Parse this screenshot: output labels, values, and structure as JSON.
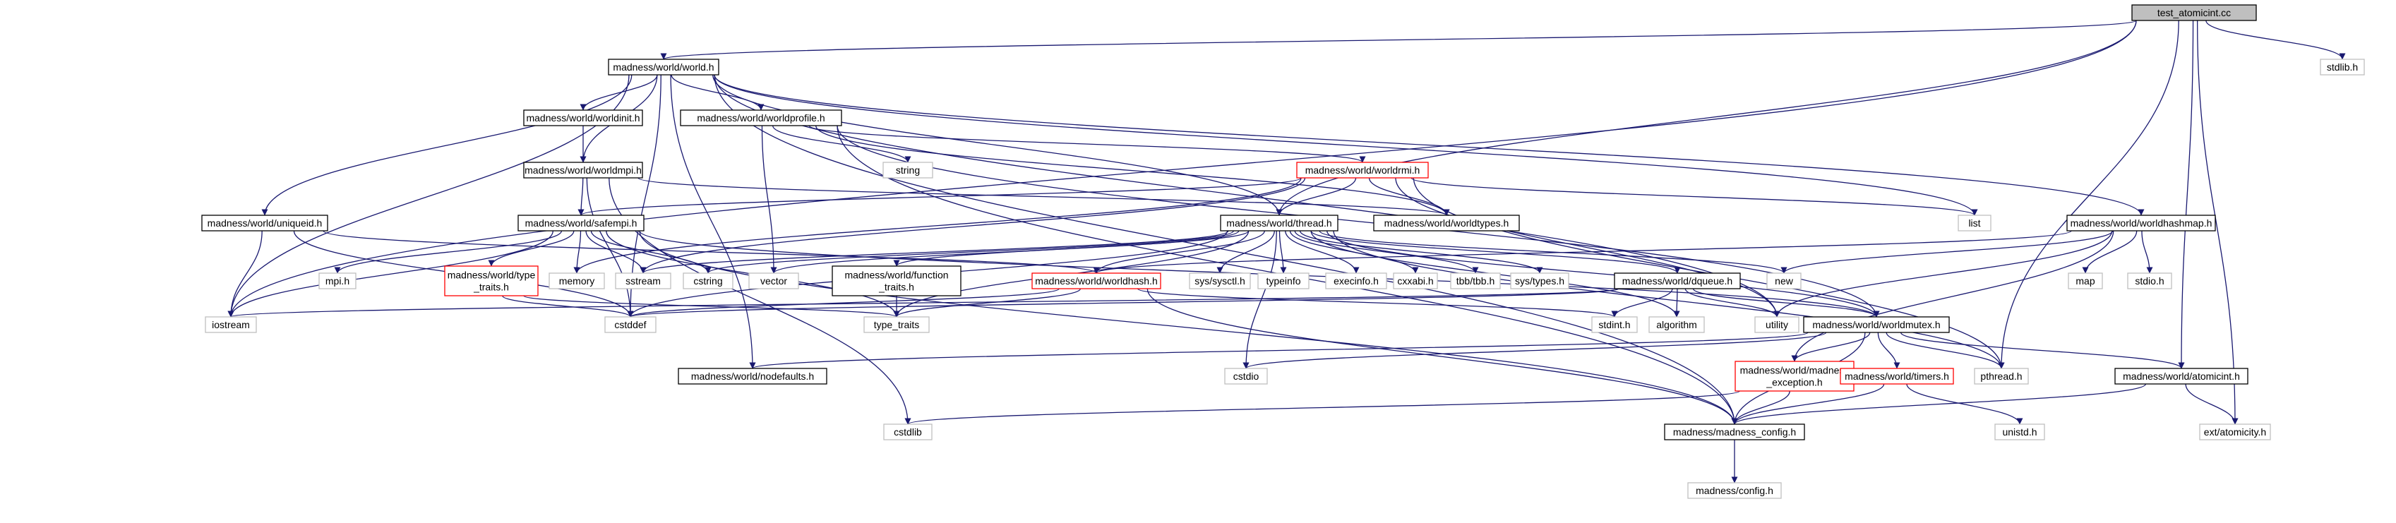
{
  "graph": {
    "edge_color": "#191970",
    "box_colors": {
      "normal": "#000000",
      "missing": "#bfbfbf",
      "truncated": "#ff0000",
      "root_fill": "#bfbfbf"
    },
    "nodes": [
      {
        "id": "root",
        "label": "test_atomicint.cc",
        "style": "root"
      },
      {
        "id": "world",
        "label": "madness/world/world.h",
        "style": "solid"
      },
      {
        "id": "stdlib",
        "label": "stdlib.h",
        "style": "missing"
      },
      {
        "id": "worldinit",
        "label": "madness/world/worldinit.h",
        "style": "solid"
      },
      {
        "id": "worldprofile",
        "label": "madness/world/worldprofile.h",
        "style": "solid"
      },
      {
        "id": "worldmpi",
        "label": "madness/world/worldmpi.h",
        "style": "solid"
      },
      {
        "id": "string",
        "label": "string",
        "style": "missing"
      },
      {
        "id": "worldrmi",
        "label": "madness/world/worldrmi.h",
        "style": "red"
      },
      {
        "id": "uniqueid",
        "label": "madness/world/uniqueid.h",
        "style": "solid"
      },
      {
        "id": "safempi",
        "label": "madness/world/safempi.h",
        "style": "solid"
      },
      {
        "id": "thread",
        "label": "madness/world/thread.h",
        "style": "solid"
      },
      {
        "id": "worldtypes",
        "label": "madness/world/worldtypes.h",
        "style": "solid"
      },
      {
        "id": "list",
        "label": "list",
        "style": "missing"
      },
      {
        "id": "worldhashmap",
        "label": "madness/world/worldhashmap.h",
        "style": "solid"
      },
      {
        "id": "mpi",
        "label": "mpi.h",
        "style": "missing"
      },
      {
        "id": "typetraitsw",
        "label": "madness/world/type\n_traits.h",
        "style": "red"
      },
      {
        "id": "memory",
        "label": "memory",
        "style": "missing"
      },
      {
        "id": "sstream",
        "label": "sstream",
        "style": "missing"
      },
      {
        "id": "cstring",
        "label": "cstring",
        "style": "missing"
      },
      {
        "id": "vector",
        "label": "vector",
        "style": "missing"
      },
      {
        "id": "functiontraits",
        "label": "madness/world/function\n_traits.h",
        "style": "solid"
      },
      {
        "id": "worldhash",
        "label": "madness/world/worldhash.h",
        "style": "red"
      },
      {
        "id": "syssysctl",
        "label": "sys/sysctl.h",
        "style": "missing"
      },
      {
        "id": "typeinfo",
        "label": "typeinfo",
        "style": "missing"
      },
      {
        "id": "execinfo",
        "label": "execinfo.h",
        "style": "missing"
      },
      {
        "id": "cxxabi",
        "label": "cxxabi.h",
        "style": "missing"
      },
      {
        "id": "tbbtbb",
        "label": "tbb/tbb.h",
        "style": "missing"
      },
      {
        "id": "systypes",
        "label": "sys/types.h",
        "style": "missing"
      },
      {
        "id": "dqueue",
        "label": "madness/world/dqueue.h",
        "style": "solid"
      },
      {
        "id": "new",
        "label": "new",
        "style": "missing"
      },
      {
        "id": "map",
        "label": "map",
        "style": "missing"
      },
      {
        "id": "stdioh",
        "label": "stdio.h",
        "style": "missing"
      },
      {
        "id": "iostream",
        "label": "iostream",
        "style": "missing"
      },
      {
        "id": "cstddef",
        "label": "cstddef",
        "style": "missing"
      },
      {
        "id": "typetraits",
        "label": "type_traits",
        "style": "missing"
      },
      {
        "id": "stdinth",
        "label": "stdint.h",
        "style": "missing"
      },
      {
        "id": "algorithm",
        "label": "algorithm",
        "style": "missing"
      },
      {
        "id": "utility",
        "label": "utility",
        "style": "missing"
      },
      {
        "id": "worldmutex",
        "label": "madness/world/worldmutex.h",
        "style": "solid"
      },
      {
        "id": "nodefaults",
        "label": "madness/world/nodefaults.h",
        "style": "solid"
      },
      {
        "id": "cstdio",
        "label": "cstdio",
        "style": "missing"
      },
      {
        "id": "madexc",
        "label": "madness/world/madness\n_exception.h",
        "style": "red"
      },
      {
        "id": "timers",
        "label": "madness/world/timers.h",
        "style": "red"
      },
      {
        "id": "pthread",
        "label": "pthread.h",
        "style": "missing"
      },
      {
        "id": "atomicint",
        "label": "madness/world/atomicint.h",
        "style": "solid"
      },
      {
        "id": "cstdlib",
        "label": "cstdlib",
        "style": "missing"
      },
      {
        "id": "unistd",
        "label": "unistd.h",
        "style": "missing"
      },
      {
        "id": "extatomicity",
        "label": "ext/atomicity.h",
        "style": "missing"
      },
      {
        "id": "madconfig",
        "label": "madness/madness_config.h",
        "style": "solid"
      },
      {
        "id": "config",
        "label": "madness/config.h",
        "style": "missing"
      }
    ],
    "edges": [
      [
        "root",
        "world"
      ],
      [
        "root",
        "stdlib"
      ],
      [
        "root",
        "iostream"
      ],
      [
        "root",
        "thread"
      ],
      [
        "root",
        "pthread"
      ],
      [
        "root",
        "atomicint"
      ],
      [
        "root",
        "extatomicity"
      ],
      [
        "world",
        "worldinit"
      ],
      [
        "world",
        "worldprofile"
      ],
      [
        "world",
        "worldmpi"
      ],
      [
        "world",
        "uniqueid"
      ],
      [
        "world",
        "thread"
      ],
      [
        "world",
        "list"
      ],
      [
        "world",
        "worldhashmap"
      ],
      [
        "world",
        "iostream"
      ],
      [
        "world",
        "cstddef"
      ],
      [
        "world",
        "utility"
      ],
      [
        "world",
        "nodefaults"
      ],
      [
        "world",
        "madconfig"
      ],
      [
        "worldinit",
        "worldmpi"
      ],
      [
        "worldprofile",
        "string"
      ],
      [
        "worldprofile",
        "worldrmi"
      ],
      [
        "worldprofile",
        "worldtypes"
      ],
      [
        "worldprofile",
        "vector"
      ],
      [
        "worldprofile",
        "worldmutex"
      ],
      [
        "worldprofile",
        "madconfig"
      ],
      [
        "worldmpi",
        "safempi"
      ],
      [
        "worldmpi",
        "worldtypes"
      ],
      [
        "worldmpi",
        "cstddef"
      ],
      [
        "worldmpi",
        "cstdlib"
      ],
      [
        "worldrmi",
        "safempi"
      ],
      [
        "worldrmi",
        "thread"
      ],
      [
        "worldrmi",
        "worldtypes"
      ],
      [
        "worldrmi",
        "list"
      ],
      [
        "worldrmi",
        "memory"
      ],
      [
        "worldrmi",
        "sstream"
      ],
      [
        "worldrmi",
        "utility"
      ],
      [
        "worldrmi",
        "pthread"
      ],
      [
        "uniqueid",
        "worldhash"
      ],
      [
        "uniqueid",
        "iostream"
      ],
      [
        "uniqueid",
        "cstddef"
      ],
      [
        "safempi",
        "mpi"
      ],
      [
        "safempi",
        "typetraitsw"
      ],
      [
        "safempi",
        "memory"
      ],
      [
        "safempi",
        "sstream"
      ],
      [
        "safempi",
        "cstring"
      ],
      [
        "safempi",
        "iostream"
      ],
      [
        "safempi",
        "madconfig"
      ],
      [
        "safempi",
        "worldmutex"
      ],
      [
        "safempi",
        "typetraits"
      ],
      [
        "thread",
        "vector"
      ],
      [
        "thread",
        "functiontraits"
      ],
      [
        "thread",
        "worldhash"
      ],
      [
        "thread",
        "syssysctl"
      ],
      [
        "thread",
        "typeinfo"
      ],
      [
        "thread",
        "execinfo"
      ],
      [
        "thread",
        "cxxabi"
      ],
      [
        "thread",
        "tbbtbb"
      ],
      [
        "thread",
        "systypes"
      ],
      [
        "thread",
        "dqueue"
      ],
      [
        "thread",
        "new"
      ],
      [
        "thread",
        "cstring"
      ],
      [
        "thread",
        "sstream"
      ],
      [
        "thread",
        "cstddef"
      ],
      [
        "thread",
        "cstdio"
      ],
      [
        "thread",
        "typetraits"
      ],
      [
        "thread",
        "worldmutex"
      ],
      [
        "thread",
        "algorithm"
      ],
      [
        "thread",
        "pthread"
      ],
      [
        "worldhashmap",
        "worldhash"
      ],
      [
        "worldhashmap",
        "new"
      ],
      [
        "worldhashmap",
        "map"
      ],
      [
        "worldhashmap",
        "stdioh"
      ],
      [
        "worldhashmap",
        "utility"
      ],
      [
        "worldhashmap",
        "madexc"
      ],
      [
        "typetraitsw",
        "cstddef"
      ],
      [
        "typetraitsw",
        "typetraits"
      ],
      [
        "functiontraits",
        "typetraits"
      ],
      [
        "worldhash",
        "cstddef"
      ],
      [
        "worldhash",
        "typetraits"
      ],
      [
        "worldhash",
        "stdinth"
      ],
      [
        "worldhash",
        "madconfig"
      ],
      [
        "dqueue",
        "worldmutex"
      ],
      [
        "dqueue",
        "cstddef"
      ],
      [
        "dqueue",
        "utility"
      ],
      [
        "dqueue",
        "stdinth"
      ],
      [
        "dqueue",
        "algorithm"
      ],
      [
        "dqueue",
        "iostream"
      ],
      [
        "worldmutex",
        "nodefaults"
      ],
      [
        "worldmutex",
        "cstdio"
      ],
      [
        "worldmutex",
        "madexc"
      ],
      [
        "worldmutex",
        "timers"
      ],
      [
        "worldmutex",
        "pthread"
      ],
      [
        "worldmutex",
        "atomicint"
      ],
      [
        "worldmutex",
        "madconfig"
      ],
      [
        "madexc",
        "cstdlib"
      ],
      [
        "madexc",
        "madconfig"
      ],
      [
        "timers",
        "unistd"
      ],
      [
        "timers",
        "madconfig"
      ],
      [
        "atomicint",
        "extatomicity"
      ],
      [
        "atomicint",
        "madconfig"
      ],
      [
        "madconfig",
        "config"
      ]
    ]
  }
}
